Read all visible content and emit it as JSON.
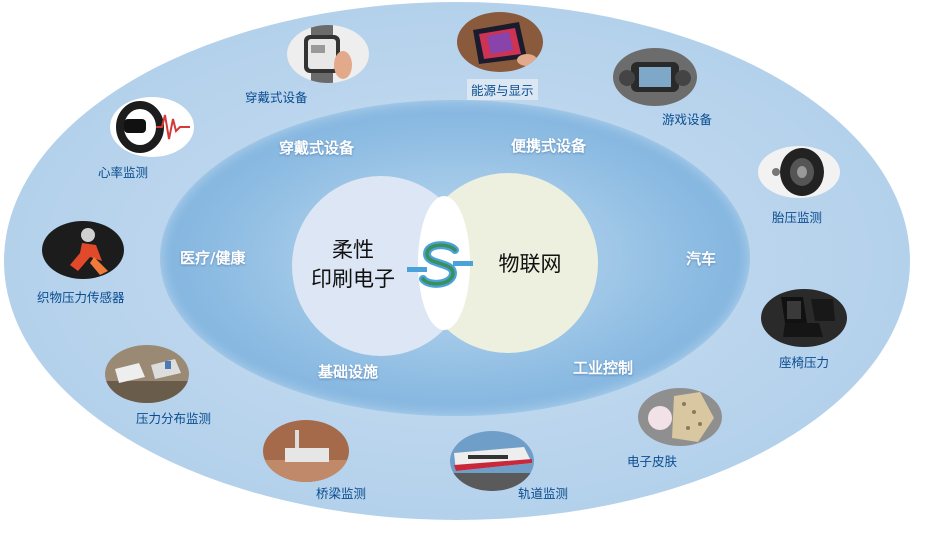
{
  "venn": {
    "left_label_line1": "柔性",
    "left_label_line2": "印刷电子",
    "right_label": "物联网"
  },
  "inner_labels": {
    "wearable": "穿戴式设备",
    "portable": "便携式设备",
    "medical": "医疗/健康",
    "automotive": "汽车",
    "infrastructure": "基础设施",
    "industrial": "工业控制"
  },
  "applications": {
    "wearable_devices": "穿戴式设备",
    "energy_display": "能源与显示",
    "gaming_devices": "游戏设备",
    "tire_pressure": "胎压监测",
    "heart_rate": "心率监测",
    "textile_sensor": "织物压力传感器",
    "seat_pressure": "座椅压力",
    "pressure_distribution": "压力分布监测",
    "electronic_skin": "电子皮肤",
    "bridge_monitoring": "桥梁监测",
    "rail_monitoring": "轨道监测"
  },
  "colors": {
    "outer_ring": "#b7d3ec",
    "inner_ring": "#7fb3de",
    "venn_left": "#dde6f4",
    "venn_right": "#eef0df",
    "logo_blue": "#4aa3d8",
    "logo_green": "#3a8f5a",
    "caption": "#0a4c8f"
  }
}
